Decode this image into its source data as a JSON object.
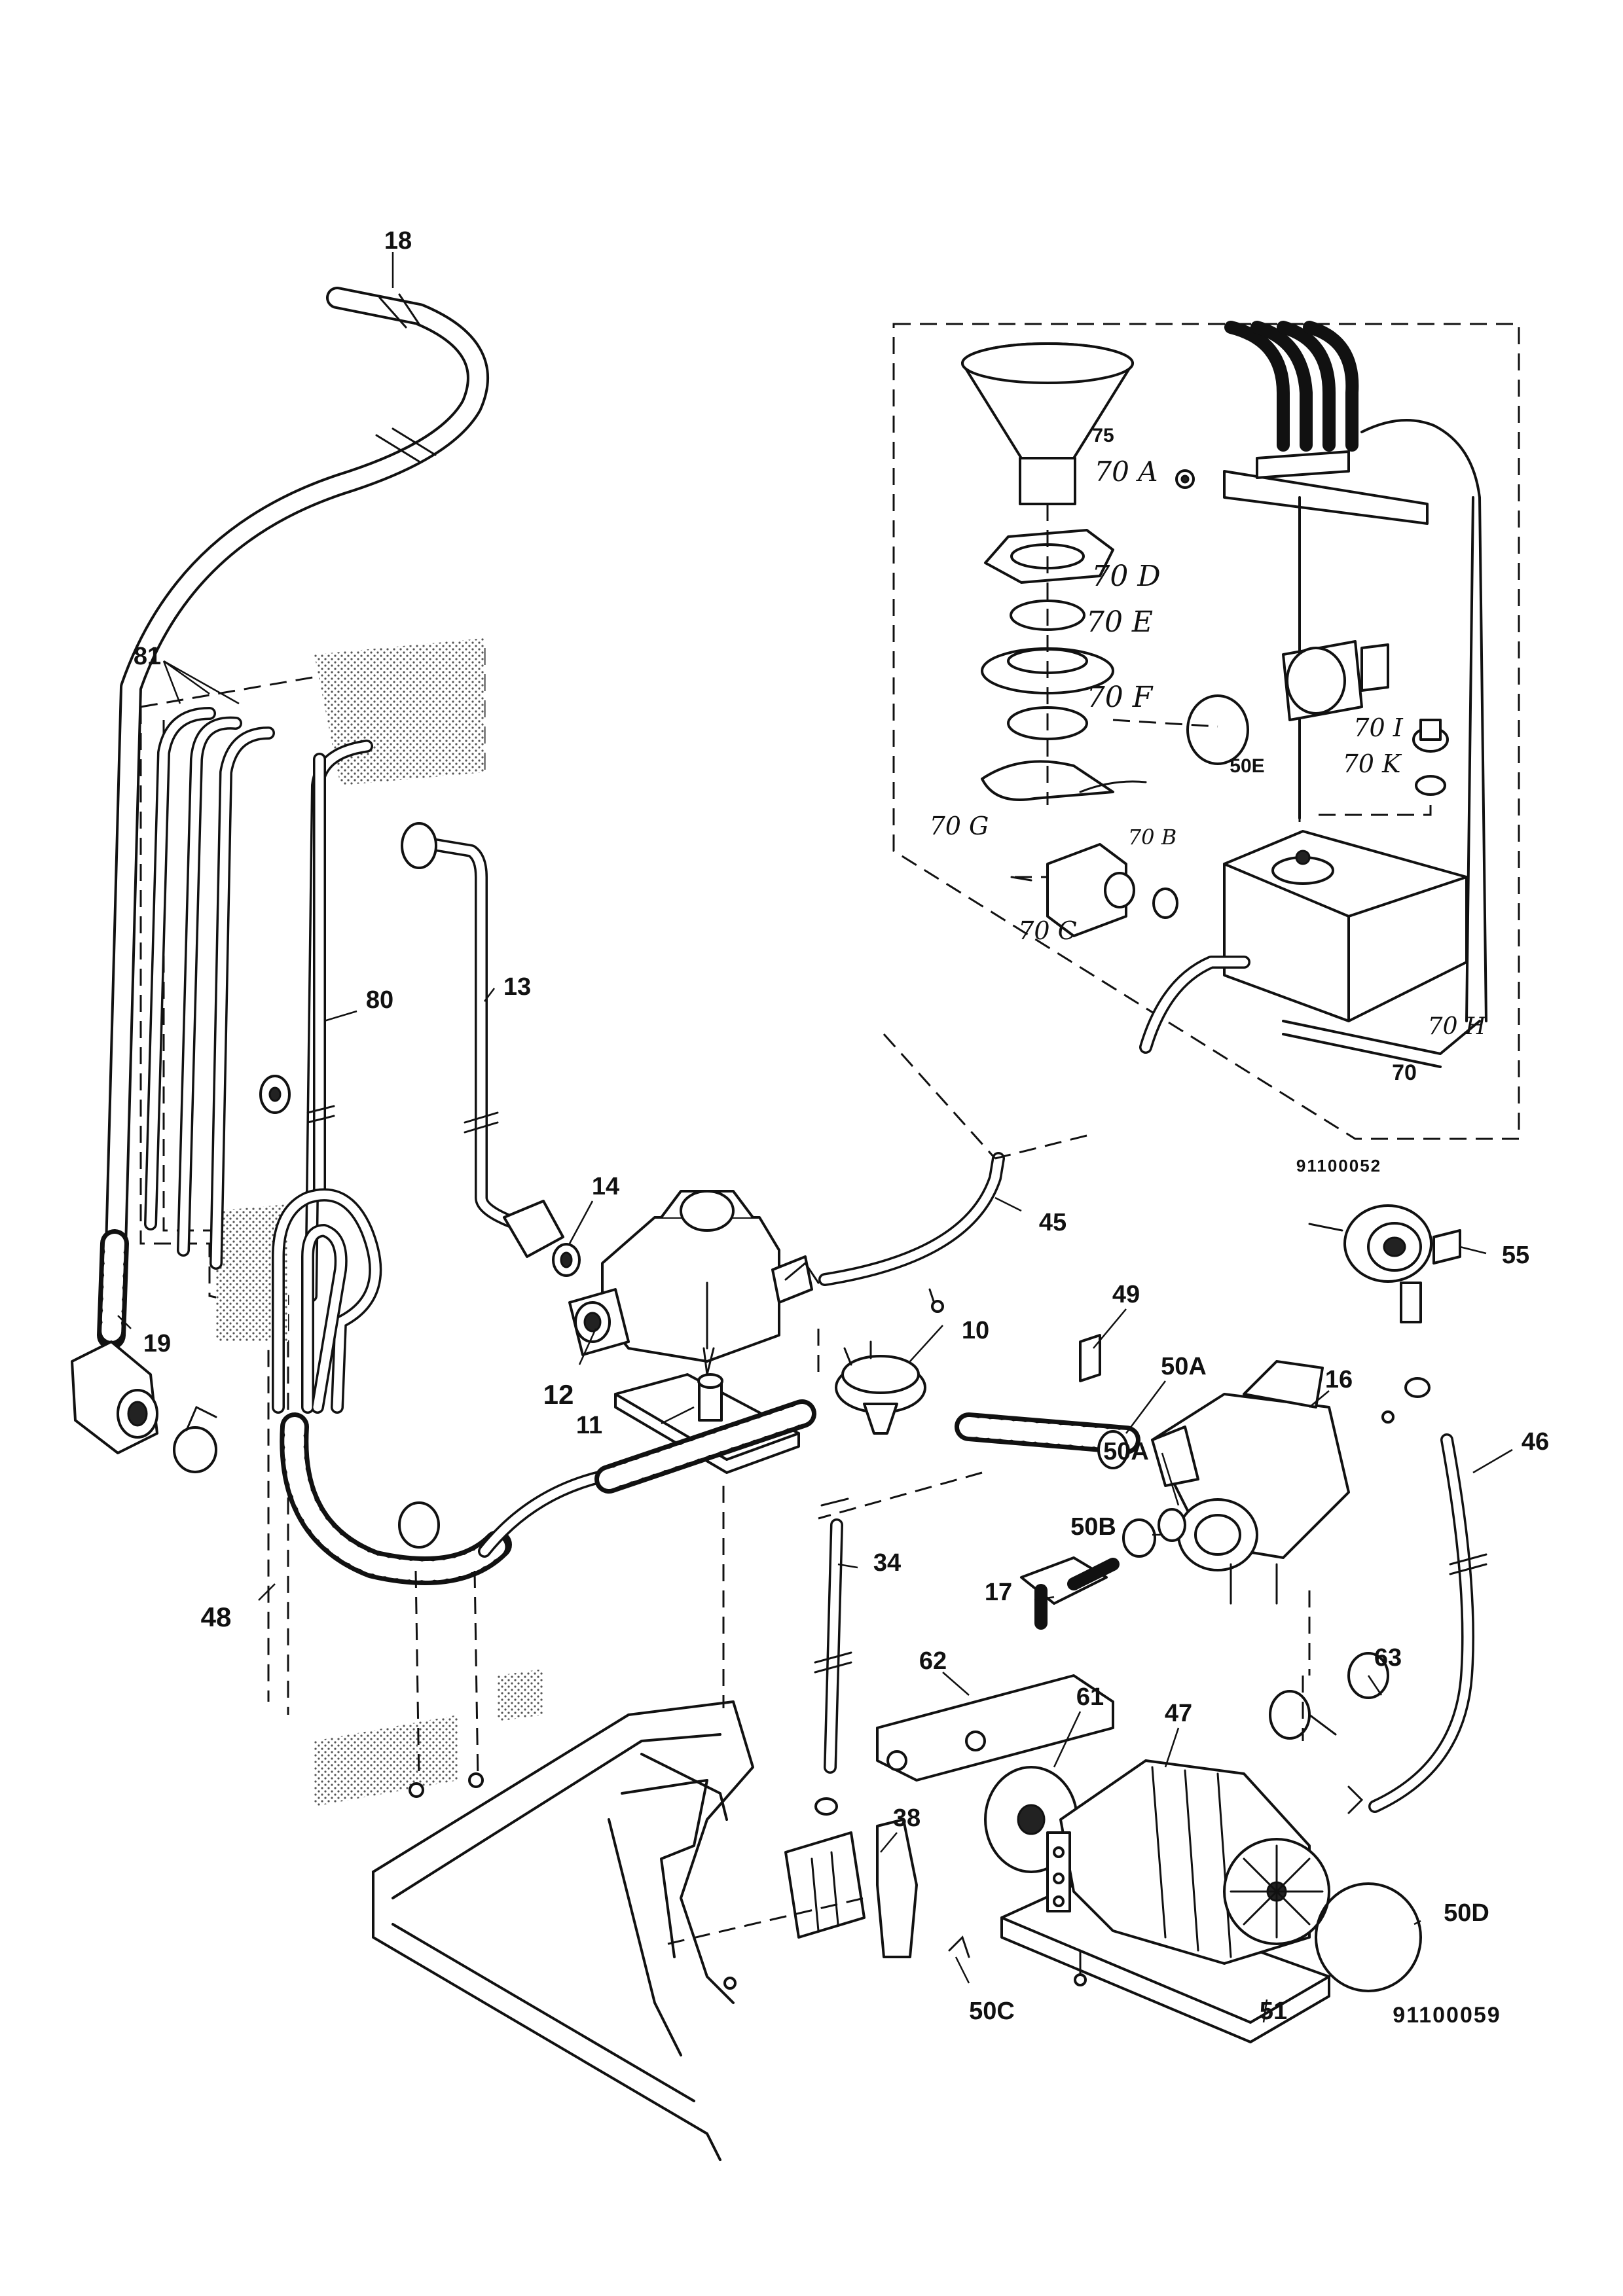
{
  "diagram": {
    "reference_codes": {
      "inset": "91100052",
      "main": "91100059"
    },
    "parts": [
      {
        "id": "p18",
        "label": "18"
      },
      {
        "id": "p81",
        "label": "81"
      },
      {
        "id": "p80",
        "label": "80"
      },
      {
        "id": "p13",
        "label": "13"
      },
      {
        "id": "p19",
        "label": "19"
      },
      {
        "id": "p14",
        "label": "14"
      },
      {
        "id": "p12",
        "label": "12"
      },
      {
        "id": "p11",
        "label": "11"
      },
      {
        "id": "p10",
        "label": "10"
      },
      {
        "id": "p45",
        "label": "45"
      },
      {
        "id": "p49",
        "label": "49"
      },
      {
        "id": "p50A1",
        "label": "50A"
      },
      {
        "id": "p16",
        "label": "16"
      },
      {
        "id": "p55",
        "label": "55"
      },
      {
        "id": "p46",
        "label": "46"
      },
      {
        "id": "p50A2",
        "label": "50A"
      },
      {
        "id": "p50B",
        "label": "50B"
      },
      {
        "id": "p17",
        "label": "17"
      },
      {
        "id": "p34",
        "label": "34"
      },
      {
        "id": "p48",
        "label": "48"
      },
      {
        "id": "p62",
        "label": "62"
      },
      {
        "id": "p61",
        "label": "61"
      },
      {
        "id": "p47",
        "label": "47"
      },
      {
        "id": "p63",
        "label": "63"
      },
      {
        "id": "p38",
        "label": "38"
      },
      {
        "id": "p50C",
        "label": "50C"
      },
      {
        "id": "p50D",
        "label": "50D"
      },
      {
        "id": "p51",
        "label": "51"
      },
      {
        "id": "p75",
        "label": "75"
      },
      {
        "id": "p70A",
        "label": "70 A"
      },
      {
        "id": "p70D",
        "label": "70 D"
      },
      {
        "id": "p70E",
        "label": "70 E"
      },
      {
        "id": "p70F",
        "label": "70 F"
      },
      {
        "id": "p50E",
        "label": "50E"
      },
      {
        "id": "p70I",
        "label": "70 I"
      },
      {
        "id": "p70K",
        "label": "70 K"
      },
      {
        "id": "p70G",
        "label": "70 G"
      },
      {
        "id": "p70B",
        "label": "70 B"
      },
      {
        "id": "p70C",
        "label": "70 C"
      },
      {
        "id": "p70H",
        "label": "70 H"
      },
      {
        "id": "p70",
        "label": "70"
      }
    ]
  }
}
